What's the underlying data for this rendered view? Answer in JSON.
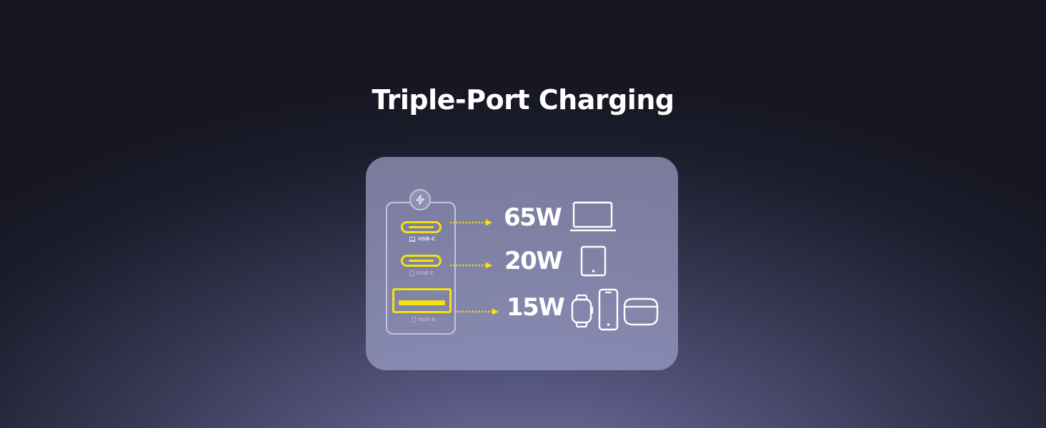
{
  "title": "Triple-Port Charging",
  "ports": [
    {
      "label": "USB-C",
      "output": "65W",
      "devices": [
        "laptop-icon"
      ]
    },
    {
      "label": "USB-C",
      "output": "20W",
      "devices": [
        "tablet-icon"
      ]
    },
    {
      "label": "USB-A",
      "output": "15W",
      "devices": [
        "smartwatch-icon",
        "phone-icon",
        "earbuds-case-icon"
      ]
    }
  ],
  "colors": {
    "accent": "#f3e20f",
    "panel": "#9ea0c8",
    "text": "#ffffff"
  }
}
